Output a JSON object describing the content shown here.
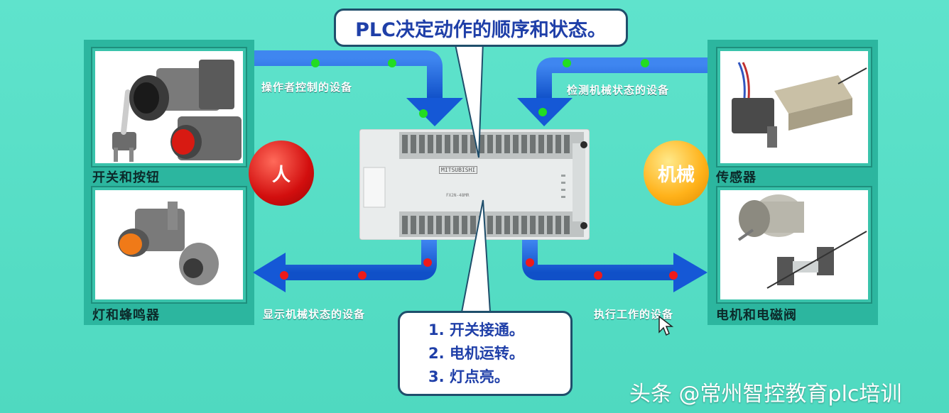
{
  "callout_top": "PLC决定动作的顺序和状态。",
  "callout_bottom": [
    "1. 开关接通。",
    "2. 电机运转。",
    "3. 灯点亮。"
  ],
  "panels": {
    "switch": "开关和按钮",
    "lamp": "灯和蜂鸣器",
    "sensor": "传感器",
    "motor": "电机和电磁阀"
  },
  "arrows": {
    "operator": "操作者控制的设备",
    "detect": "检测机械状态的设备",
    "display": "显示机械状态的设备",
    "execute": "执行工作的设备"
  },
  "circles": {
    "human": "人",
    "machine": "机械"
  },
  "plc": {
    "brand": "MITSUBISHI",
    "model": "FX2N-48MR"
  },
  "watermark": "头条 @常州智控教育plc培训",
  "colors": {
    "background": "#53dcc4",
    "arrow": "#1558d6",
    "dot_green": "#22dd22",
    "dot_red": "#ee1a1a",
    "callout_text": "#1f3fa8"
  }
}
